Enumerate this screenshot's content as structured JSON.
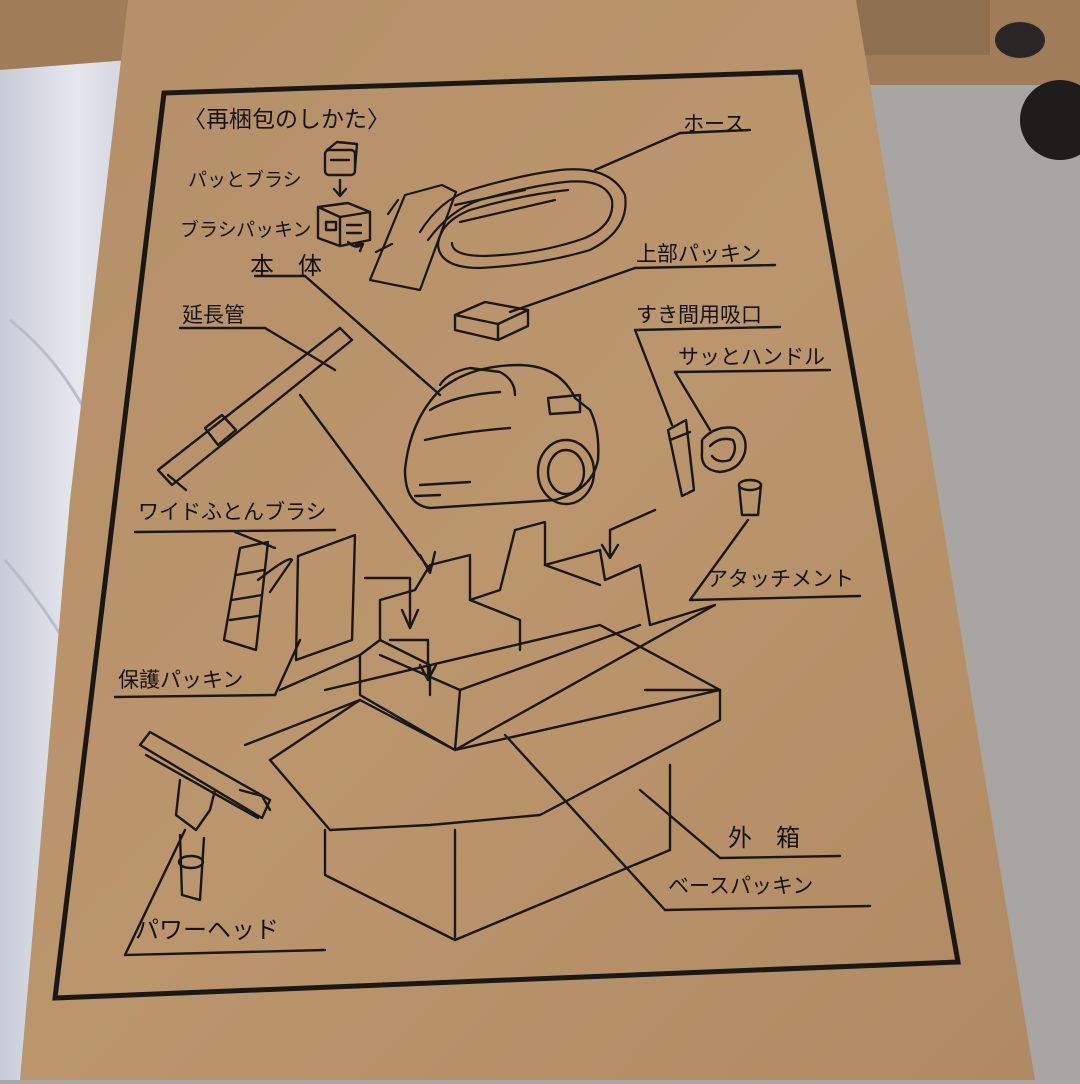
{
  "box_print": {
    "title": "〈再梱包のしかた〉",
    "labels": {
      "pad_brush": "パッとブラシ",
      "brush_packing": "ブラシパッキン",
      "main_body": "本　体",
      "hose": "ホース",
      "top_packing": "上部パッキン",
      "extension_pipe": "延長管",
      "crevice_nozzle": "すき間用吸口",
      "quick_handle": "サッとハンドル",
      "wide_futon_brush": "ワイドふとんブラシ",
      "attachment": "アタッチメント",
      "protective_packing": "保護パッキン",
      "outer_box": "外　箱",
      "base_packing": "ベースパッキン",
      "power_head": "パワーヘッド"
    }
  },
  "colors": {
    "cardboard": "#b7926a",
    "ink": "#151311",
    "floor": "#a9a7a3",
    "plastic": "#d9dde6"
  }
}
